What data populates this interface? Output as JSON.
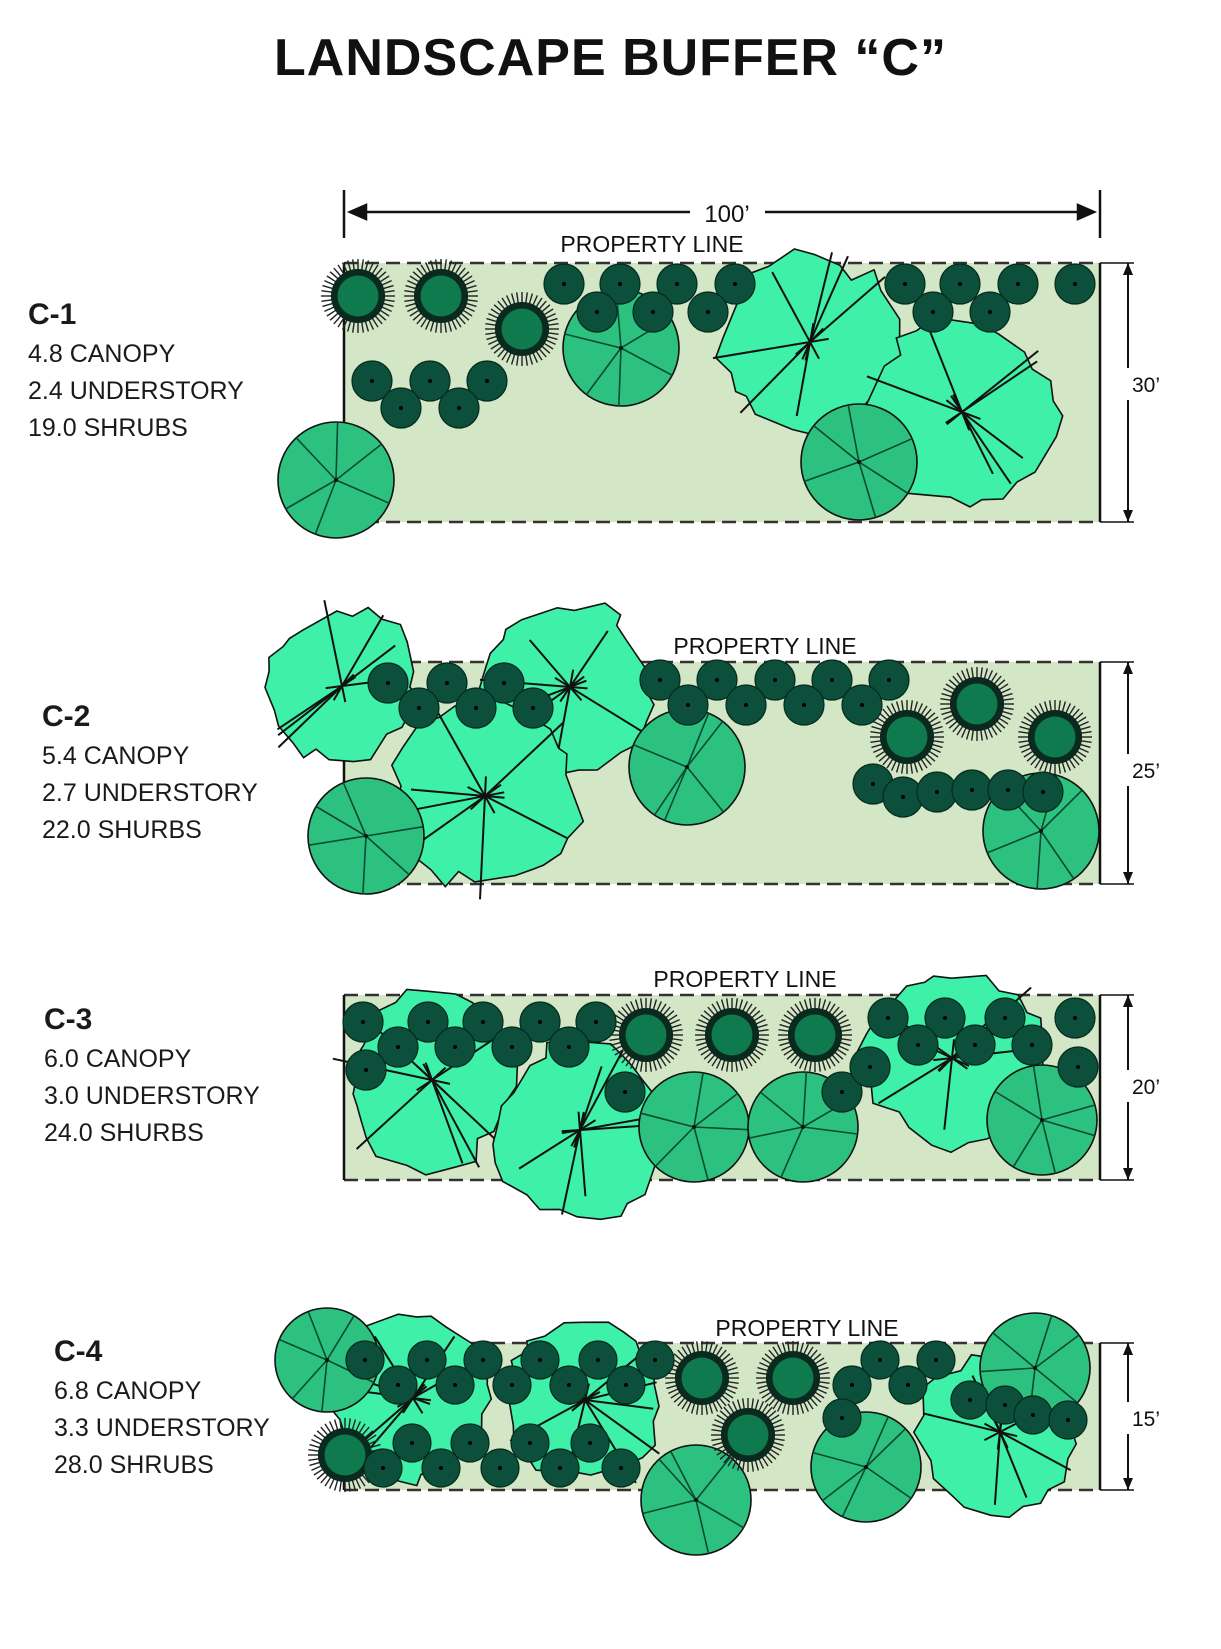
{
  "title": "LANDSCAPE BUFFER “C”",
  "dimension_label": "100’",
  "colors": {
    "buffer_fill": "#d3e7c6",
    "canopy_fill": "#3ef0a8",
    "understory_fill": "#2cc17f",
    "shrub_fill": "#0c4f3a",
    "evergreen_fill": "#0e7a4d",
    "line": "#111111"
  },
  "options": [
    {
      "id": "C-1",
      "name": "C-1",
      "lines": [
        "4.8 CANOPY",
        "2.4 UNDERSTORY",
        "19.0 SHRUBS"
      ],
      "property_line": "PROPERTY LINE",
      "width_label": "30’"
    },
    {
      "id": "C-2",
      "name": "C-2",
      "lines": [
        "5.4 CANOPY",
        "2.7 UNDERSTORY",
        "22.0 SHURBS"
      ],
      "property_line": "PROPERTY LINE",
      "width_label": "25’"
    },
    {
      "id": "C-3",
      "name": "C-3",
      "lines": [
        "6.0 CANOPY",
        "3.0 UNDERSTORY",
        "24.0 SHURBS"
      ],
      "property_line": "PROPERTY LINE",
      "width_label": "20’"
    },
    {
      "id": "C-4",
      "name": "C-4",
      "lines": [
        "6.8 CANOPY",
        "3.3 UNDERSTORY",
        "28.0 SHRUBS"
      ],
      "property_line": "PROPERTY LINE",
      "width_label": "15’"
    }
  ]
}
